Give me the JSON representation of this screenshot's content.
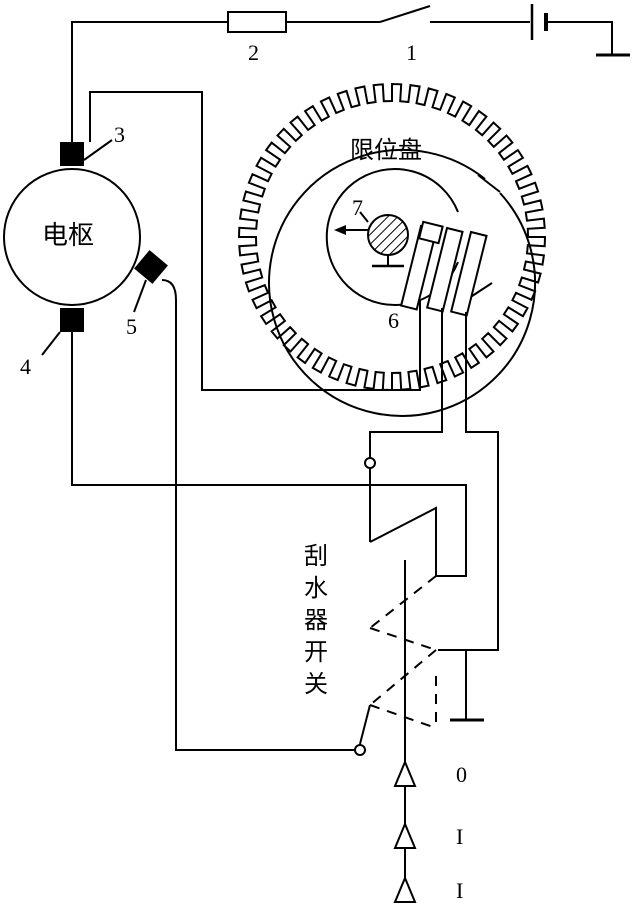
{
  "labels": {
    "switch_1": "1",
    "fuse_2": "2",
    "brush_3": "3",
    "brush_4": "4",
    "brush_5": "5",
    "contact_6": "6",
    "cam_7": "7",
    "armature": "电枢",
    "limit_disc": "限位盘",
    "wiper_switch": [
      "刮",
      "水",
      "器",
      "开",
      "关"
    ],
    "positions": [
      "0",
      "I",
      "I"
    ]
  },
  "colors": {
    "stroke": "#000000",
    "background": "#ffffff"
  }
}
